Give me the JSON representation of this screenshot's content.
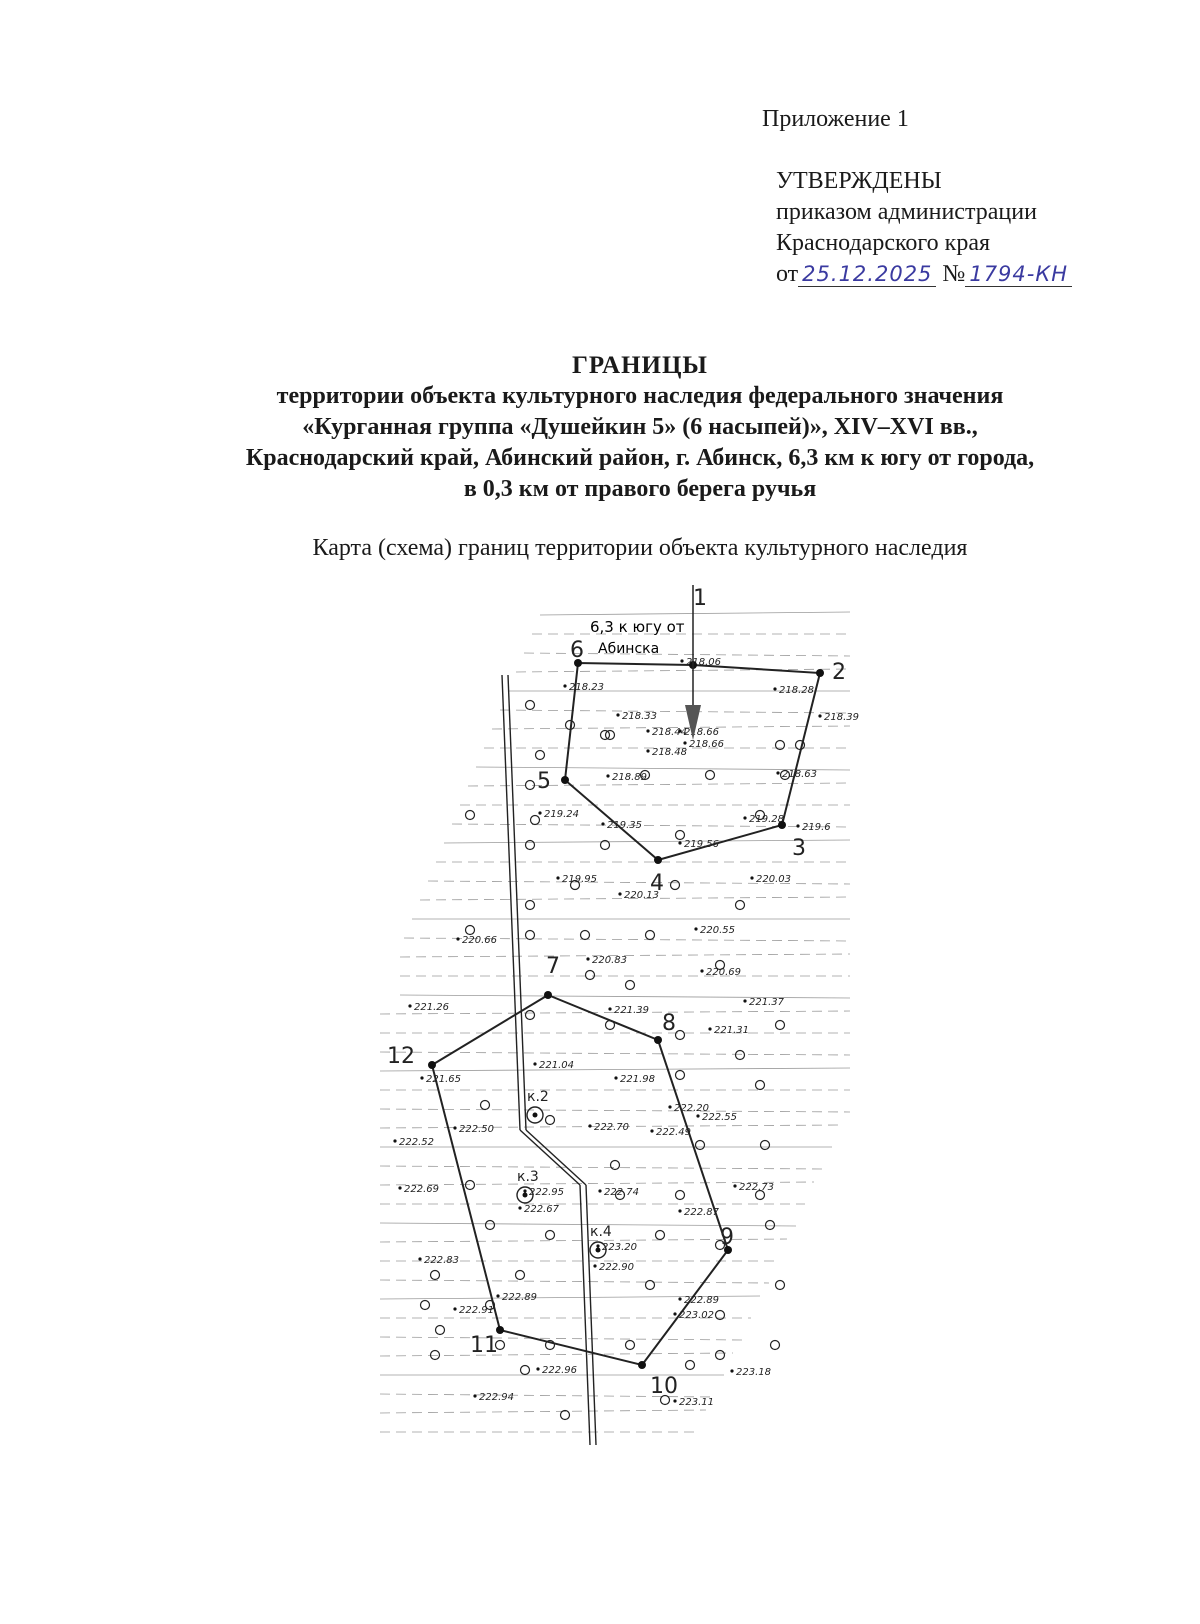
{
  "header": {
    "annex": "Приложение 1",
    "approved_title": "УТВЕРЖДЕНЫ",
    "approved_by_line1": "приказом администрации",
    "approved_by_line2": "Краснодарского края",
    "date_prefix": "от",
    "date_value": "25.12.2025",
    "number_prefix": "№",
    "number_value": "1794-КН"
  },
  "title": {
    "main": "ГРАНИЦЫ",
    "line1": "территории объекта культурного наследия федерального значения",
    "line2": "«Курганная группа «Душейкин 5» (6 насыпей)», XIV–XVI вв.,",
    "line3": "Краснодарский край, Абинский район, г. Абинск, 6,3 км к югу от города,",
    "line4": "в 0,3 км от правого берега ручья"
  },
  "subtitle": "Карта (схема) границ территории объекта культурного наследия",
  "map": {
    "location_note_line1": "6,3 к югу от",
    "location_note_line2": "Абинска",
    "points": [
      {
        "label": "1"
      },
      {
        "label": "2"
      },
      {
        "label": "3"
      },
      {
        "label": "4"
      },
      {
        "label": "5"
      },
      {
        "label": "6"
      },
      {
        "label": "7"
      },
      {
        "label": "8"
      },
      {
        "label": "9"
      },
      {
        "label": "10"
      },
      {
        "label": "11"
      },
      {
        "label": "12"
      }
    ],
    "kurgan_labels": [
      "к.2",
      "к.3",
      "к.4"
    ],
    "elevations": [
      "218.06",
      "218.23",
      "218.33",
      "218.66",
      "218.44",
      "218.66",
      "218.48",
      "218.89",
      "219.24",
      "219.35",
      "219.56",
      "219.28",
      "219.6",
      "218.63",
      "218.39",
      "218.28",
      "219.95",
      "220.13",
      "220.03",
      "220.55",
      "220.69",
      "220.83",
      "220.66",
      "221.26",
      "221.37",
      "221.39",
      "221.31",
      "221.65",
      "221.04",
      "221.98",
      "222.20",
      "222.70",
      "222.50",
      "222.49",
      "222.55",
      "222.52",
      "222.69",
      "222.95",
      "222.74",
      "222.67",
      "222.73",
      "222.87",
      "223.20",
      "222.90",
      "222.83",
      "222.89",
      "222.91",
      "222.89",
      "223.02",
      "222.96",
      "222.94",
      "223.11",
      "223.18"
    ],
    "colors": {
      "line": "#222222",
      "contour": "#9a9a9a",
      "point": "#111111"
    }
  }
}
